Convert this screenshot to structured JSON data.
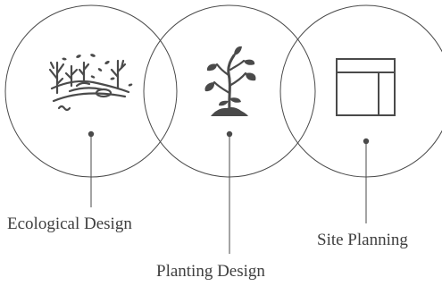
{
  "colors": {
    "stroke": "#4a4a4a",
    "icon": "#4a4a4a",
    "dot": "#4a4a4a",
    "text": "#3f3f3f",
    "background": "#ffffff"
  },
  "items": [
    {
      "label": "Ecological Design",
      "icon": "landscape-trees-icon"
    },
    {
      "label": "Planting Design",
      "icon": "plant-sprout-icon"
    },
    {
      "label": "Site Planning",
      "icon": "site-layout-plan-icon"
    }
  ]
}
